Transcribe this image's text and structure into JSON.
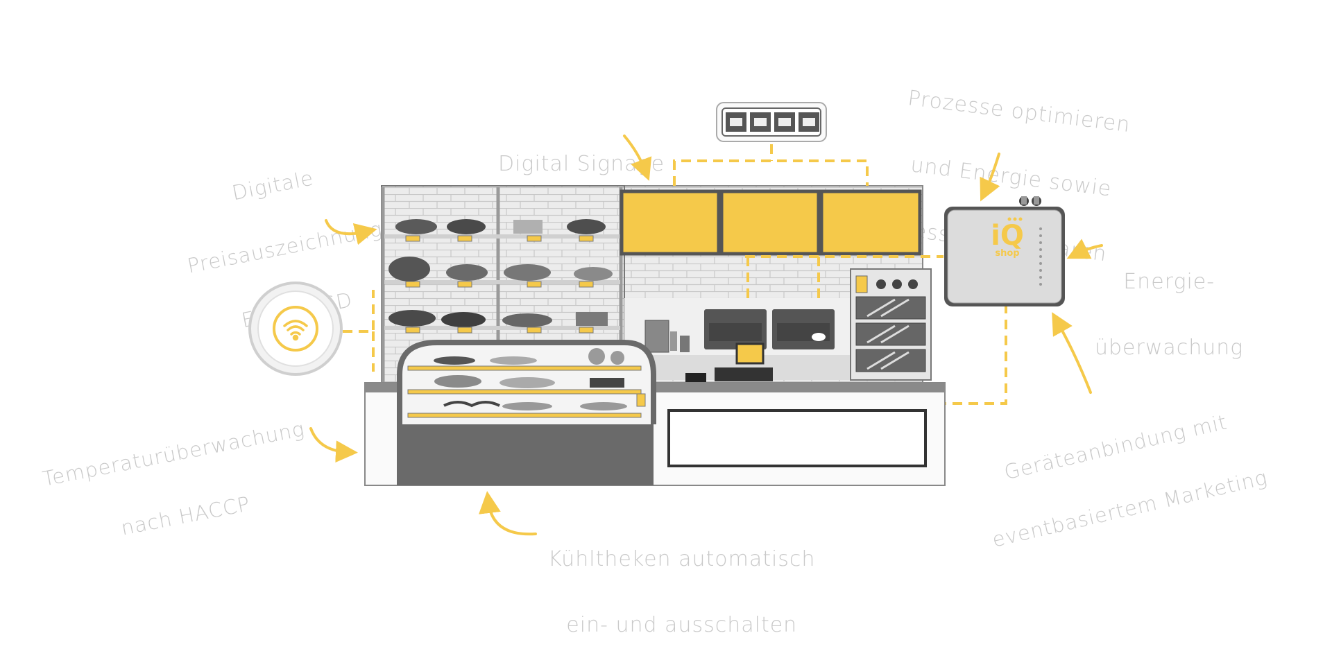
{
  "labels": {
    "esl": [
      "Digitale",
      "Preisauszeichnung",
      "ESL & ESD"
    ],
    "signage": [
      "Digital Signage"
    ],
    "prozesse": [
      "Prozesse optimieren",
      "und Energie sowie",
      "Ressourcen sparen"
    ],
    "energie": [
      "Energie-",
      "überwachung"
    ],
    "temperatur": [
      "Temperaturüberwachung",
      "nach HACCP"
    ],
    "geraete": [
      "Geräteanbindung mit",
      "eventbasiertem Marketing"
    ],
    "kuehl": [
      "Kühltheken automatisch",
      "ein- und ausschalten"
    ]
  },
  "device": {
    "brand_letters": "iQ",
    "brand_sub": "shop"
  },
  "colors": {
    "accent": "#f5c94a",
    "gray_text": "#c9c9c9",
    "dark": "#4a4a4a",
    "mid": "#8a8a8a",
    "light": "#e8e8e8"
  },
  "icons": [
    "wifi-icon",
    "curved-arrow-icon",
    "network-switch-icon",
    "cash-register-icon",
    "coffee-machine-icon",
    "oven-icon"
  ]
}
